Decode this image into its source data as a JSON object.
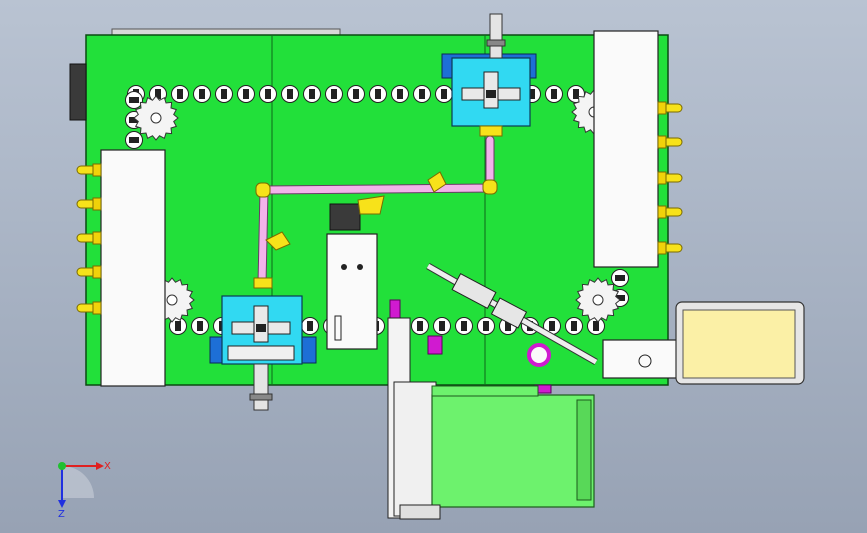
{
  "colors": {
    "plate": "#22e03a",
    "plate_edge": "#0b4a12",
    "background_top": "#b9c3d2",
    "background_bottom": "#97a2b4",
    "module_cyan": "#31d9f2",
    "module_blue": "#1d6fd6",
    "pipe_pink": "#f2b3ea",
    "fitting_yellow": "#f7e21a",
    "tray_yellow": "#fbf0a6",
    "magenta": "#d01ad0",
    "light_green": "#6df26d",
    "white_block": "#fafafa",
    "dark": "#202020",
    "axis_x": "#e02020",
    "axis_y": "#2030e0",
    "axis_origin": "#20c030"
  },
  "triad": {
    "x_label": "X",
    "y_label": "Z"
  },
  "icons": {
    "chain": "roller-chain-link",
    "sprocket": "gear-sprocket",
    "triad": "coordinate-axis-triad"
  }
}
